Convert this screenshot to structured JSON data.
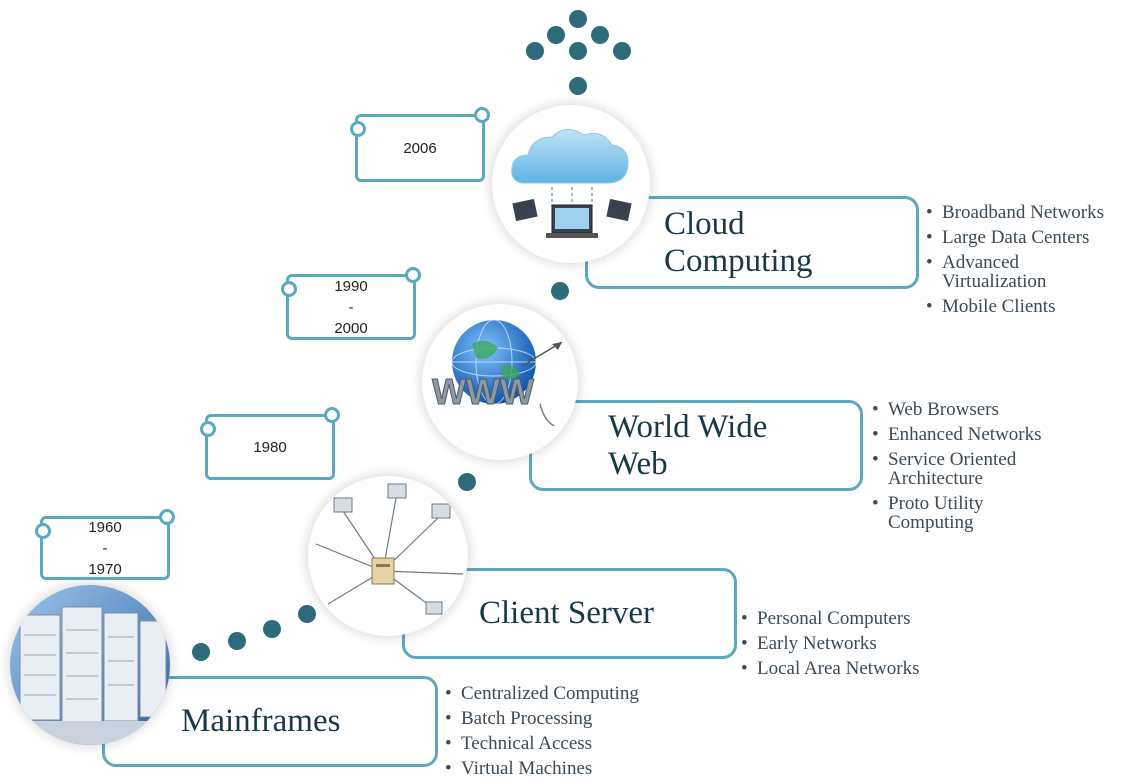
{
  "stages": [
    {
      "title": "Mainframes",
      "year_lines": [
        "1960",
        "-",
        "1970"
      ],
      "bullets": [
        "Centralized Computing",
        "Batch Processing",
        "Technical Access",
        "Virtual Machines"
      ]
    },
    {
      "title": "Client Server",
      "year_lines": [
        "1980"
      ],
      "bullets": [
        "Personal Computers",
        "Early Networks",
        "Local Area Networks"
      ]
    },
    {
      "title_lines": [
        "World Wide",
        "Web"
      ],
      "year_lines": [
        "1990",
        "-",
        "2000"
      ],
      "bullets": [
        "Web Browsers",
        "Enhanced Networks",
        "Service Oriented",
        "Architecture",
        "Proto Utility",
        "Computing"
      ]
    },
    {
      "title_lines": [
        "Cloud",
        "Computing"
      ],
      "year_lines": [
        "2006"
      ],
      "bullets": [
        "Broadband Networks",
        "Large Data Centers",
        "Advanced",
        "Virtualization",
        "Mobile Clients"
      ]
    }
  ],
  "colors": {
    "accent": "#5aa9bf",
    "dot": "#2e6b7a",
    "text": "#17394a"
  },
  "icons": [
    "server-rack-image",
    "network-hub-image",
    "www-globe-image",
    "cloud-laptops-image"
  ]
}
